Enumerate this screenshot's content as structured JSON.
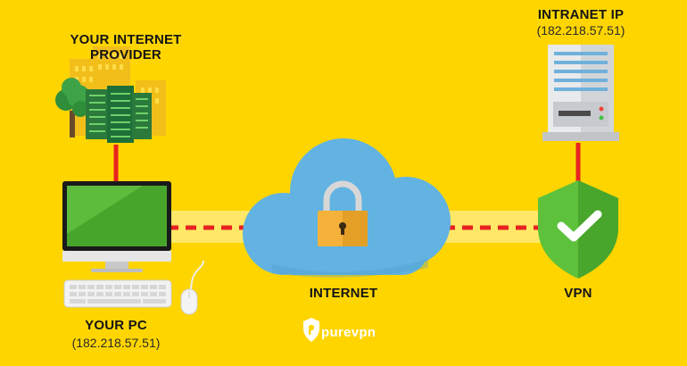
{
  "colors": {
    "background": "#FFD500",
    "link_dash": "#E8231F",
    "cloud": "#62B3E1",
    "shield": "#5DC13B",
    "monitor_screen": "#48A52B",
    "lock": "#F4B23A"
  },
  "nodes": {
    "isp": {
      "title": "YOUR INTERNET PROVIDER"
    },
    "pc": {
      "title": "YOUR PC",
      "ip": "(182.218.57.51)"
    },
    "internet": {
      "title": "INTERNET"
    },
    "vpn": {
      "title": "VPN"
    },
    "intranet": {
      "title": "INTRANET IP",
      "ip": "(182.218.57.51)"
    }
  },
  "brand": {
    "name": "purevpn"
  },
  "icons": [
    "building-icon",
    "tree-icon",
    "server-rack-icon",
    "monitor-icon",
    "keyboard-icon",
    "mouse-icon",
    "cloud-icon",
    "lock-icon",
    "shield-check-icon",
    "server-icon",
    "purevpn-logo-icon"
  ]
}
